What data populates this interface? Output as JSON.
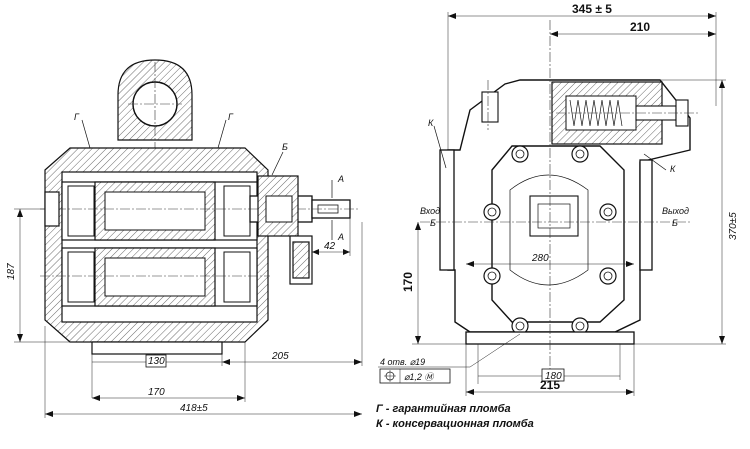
{
  "left_view": {
    "labels": {
      "g_left": "Г",
      "g_right": "Г",
      "b": "Б",
      "a_top": "А",
      "a_bottom": "А"
    },
    "dims": {
      "height_187": "187",
      "width_130": "130",
      "width_170": "170",
      "width_205": "205",
      "width_42": "42",
      "total": "418±5"
    }
  },
  "right_view": {
    "labels": {
      "k_top": "К",
      "k_right": "К",
      "b_left": "Б",
      "b_right": "Б",
      "inlet": "Вход",
      "outlet": "Выход"
    },
    "dims": {
      "top_overall": "345 ± 5",
      "top_210": "210",
      "height_370": "370±5",
      "height_170": "170",
      "width_280": "280",
      "width_180": "180",
      "width_215": "215"
    },
    "holes": {
      "count_dia": "4 отв. ⌀19",
      "position": "⌀1,2 Ⓜ"
    }
  },
  "legend": {
    "g_note": "Г - гарантийная пломба",
    "k_note": "К - консервационная пломба"
  }
}
